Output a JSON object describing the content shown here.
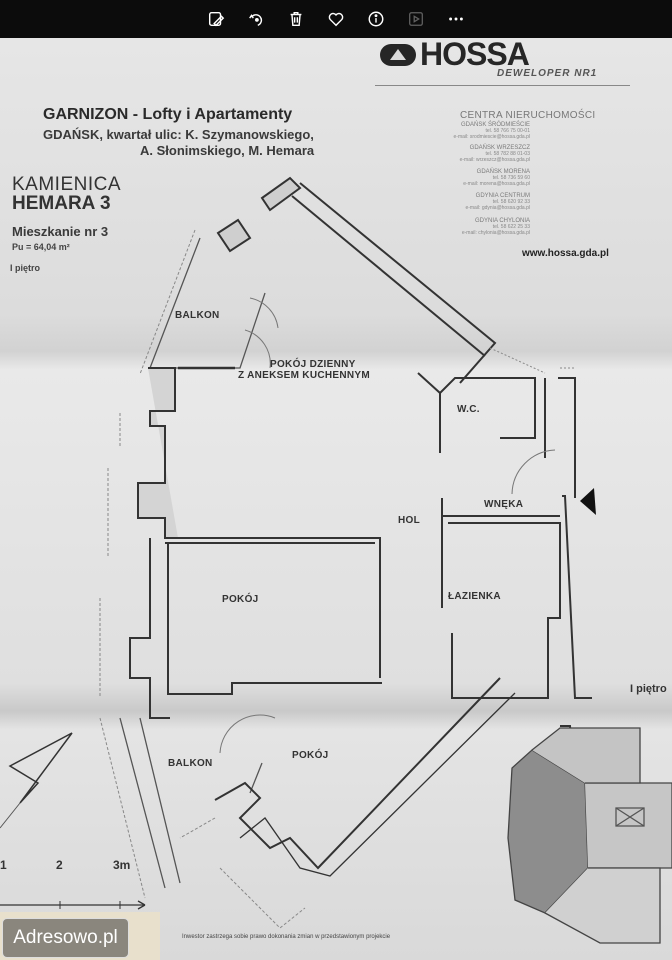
{
  "toolbar": {
    "buttons": [
      {
        "name": "edit-image-icon",
        "label": "Edit"
      },
      {
        "name": "rotate-icon",
        "label": "Rotate"
      },
      {
        "name": "trash-icon",
        "label": "Delete"
      },
      {
        "name": "heart-icon",
        "label": "Favorite"
      },
      {
        "name": "info-icon",
        "label": "Info"
      },
      {
        "name": "slideshow-icon",
        "label": "Slideshow"
      },
      {
        "name": "more-icon",
        "label": "More"
      }
    ]
  },
  "document": {
    "brand": {
      "name": "HOSSA",
      "tagline": "DEWELOPER NR1",
      "website": "www.hossa.gda.pl"
    },
    "project_title": "GARNIZON - Lofty i Apartamenty",
    "address_line1": "GDAŃSK, kwartał ulic: K. Szymanowskiego,",
    "address_line2": "A. Słonimskiego, M. Hemara",
    "building_line1": "KAMIENICA",
    "building_line2": "HEMARA 3",
    "apartment": "Mieszkanie nr 3",
    "area": "Pu = 64,04 m²",
    "floor": "I piętro",
    "floor_right": "I piętro",
    "sales_heading": "CENTRA NIERUCHOMOŚCI",
    "offices": [
      {
        "name": "GDAŃSK ŚRÓDMIEŚCIE",
        "tel": "tel. 58 766 75 00-01",
        "email": "e-mail: srodmiescie@hossa.gda.pl"
      },
      {
        "name": "GDAŃSK WRZESZCZ",
        "tel": "tel. 58 782 88 01-03",
        "email": "e-mail: wrzeszcz@hossa.gda.pl"
      },
      {
        "name": "GDAŃSK MORENA",
        "tel": "tel. 58 736 59 60",
        "email": "e-mail: morena@hossa.gda.pl"
      },
      {
        "name": "GDYNIA CENTRUM",
        "tel": "tel. 58 620 92 33",
        "email": "e-mail: gdynia@hossa.gda.pl"
      },
      {
        "name": "GDYNIA CHYLONIA",
        "tel": "tel. 58 622 25 33",
        "email": "e-mail: chylonia@hossa.gda.pl"
      }
    ],
    "rooms": {
      "balcony_top": "BALKON",
      "living_line1": "POKÓJ DZIENNY",
      "living_line2": "Z ANEKSEM KUCHENNYM",
      "wc": "W.C.",
      "hall": "HOL",
      "niche": "WNĘKA",
      "room1": "POKÓJ",
      "bathroom": "ŁAZIENKA",
      "balcony_bottom": "BALKON",
      "room2": "POKÓJ"
    },
    "scale": {
      "tick1": "1",
      "tick2": "2",
      "tick3": "3m"
    },
    "disclaimer": "Inwestor zastrzega sobie prawo dokonania zmian w przedstawionym projekcie"
  },
  "watermark": "Adresowo.pl"
}
